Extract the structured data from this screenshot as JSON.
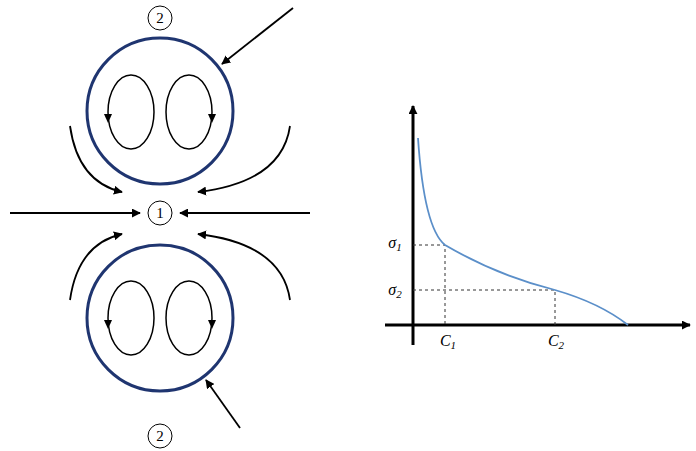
{
  "diagram": {
    "nodes": [
      {
        "text": [
          "2"
        ]
      },
      {
        "text": [
          "1"
        ]
      },
      {
        "text": [
          "2"
        ]
      }
    ],
    "labels": [
      "σ1",
      "σ2",
      "C1",
      "C2"
    ]
  }
}
